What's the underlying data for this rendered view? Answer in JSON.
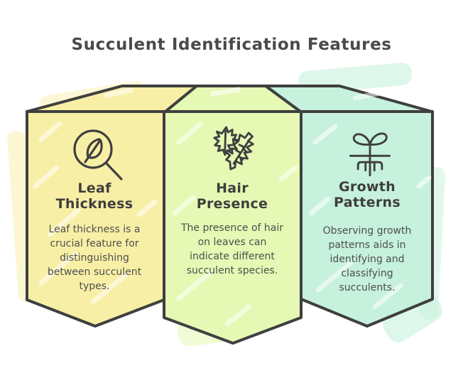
{
  "title": "Succulent Identification Features",
  "colors": {
    "background": "#FFFFFF",
    "outline": "#3F3F3F",
    "title_text": "#4A4A4A",
    "heading_text": "#3E3E3E",
    "body_text": "#4E4E4E",
    "panel_yellow": "#F8EFA6",
    "panel_green": "#E5F9B4",
    "panel_teal": "#C6F1DC"
  },
  "panels": [
    {
      "heading": "Leaf\nThickness",
      "body": "Leaf thickness is a crucial feature for distinguishing between succulent types.",
      "icon": "leaf-magnifier-icon",
      "fill": "#F8EFA6"
    },
    {
      "heading": "Hair\nPresence",
      "body": "The presence of hair on leaves can indicate different succulent species.",
      "icon": "serrated-leaves-icon",
      "fill": "#E5F9B4"
    },
    {
      "heading": "Growth\nPatterns",
      "body": "Observing growth patterns aids in identifying and classifying succulents.",
      "icon": "sprout-roots-icon",
      "fill": "#C6F1DC"
    }
  ]
}
